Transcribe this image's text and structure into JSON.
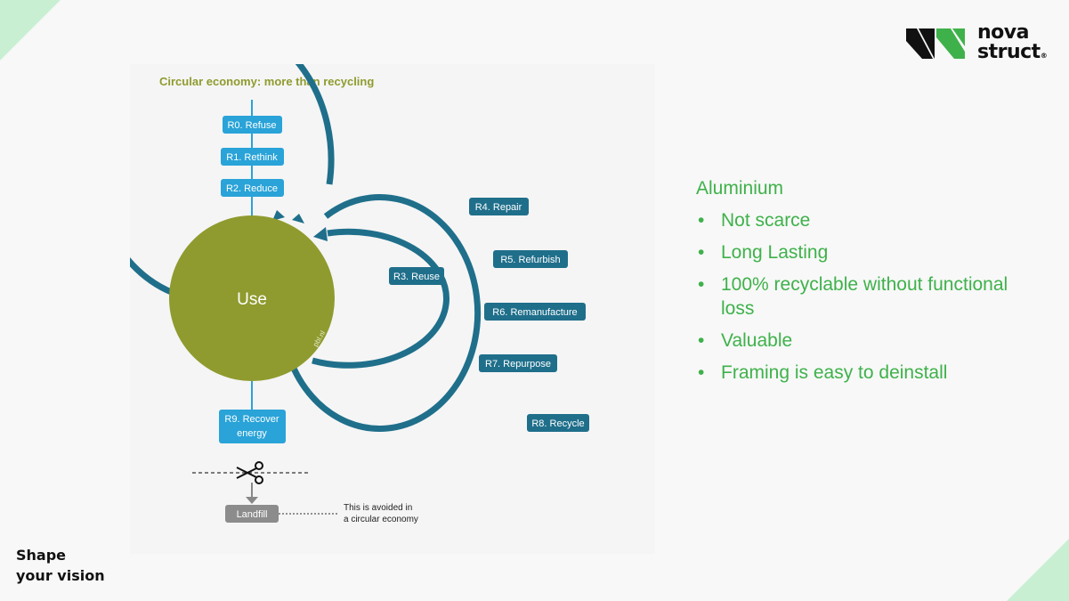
{
  "brand": {
    "name_line1": "nova",
    "name_line2": "struct",
    "mark": "®",
    "tagline_line1": "Shape",
    "tagline_line2": "your vision"
  },
  "diagram": {
    "title": "Circular economy: more than recycling",
    "center_label": "Use",
    "watermark": "pbl.nl",
    "r0": "R0. Refuse",
    "r1": "R1. Rethink",
    "r2": "R2. Reduce",
    "r3": "R3. Reuse",
    "r4": "R4. Repair",
    "r5": "R5. Refurbish",
    "r6": "R6. Remanufacture",
    "r7": "R7. Repurpose",
    "r8": "R8. Recycle",
    "r9_line1": "R9. Recover",
    "r9_line2": "energy",
    "landfill": "Landfill",
    "note_line1": "This is avoided in",
    "note_line2": "a circular economy"
  },
  "info": {
    "heading": "Aluminium",
    "bullet_glyph": "•",
    "items": [
      "Not scarce",
      "Long Lasting",
      "100% recyclable without functional loss",
      "Valuable",
      "Framing is easy to deinstall"
    ]
  },
  "colors": {
    "accent_green": "#3fb14b",
    "olive": "#8f9b2e",
    "ring_blue": "#1f6f8b",
    "label_blue": "#29a3d8",
    "corner": "#c9efd3"
  }
}
